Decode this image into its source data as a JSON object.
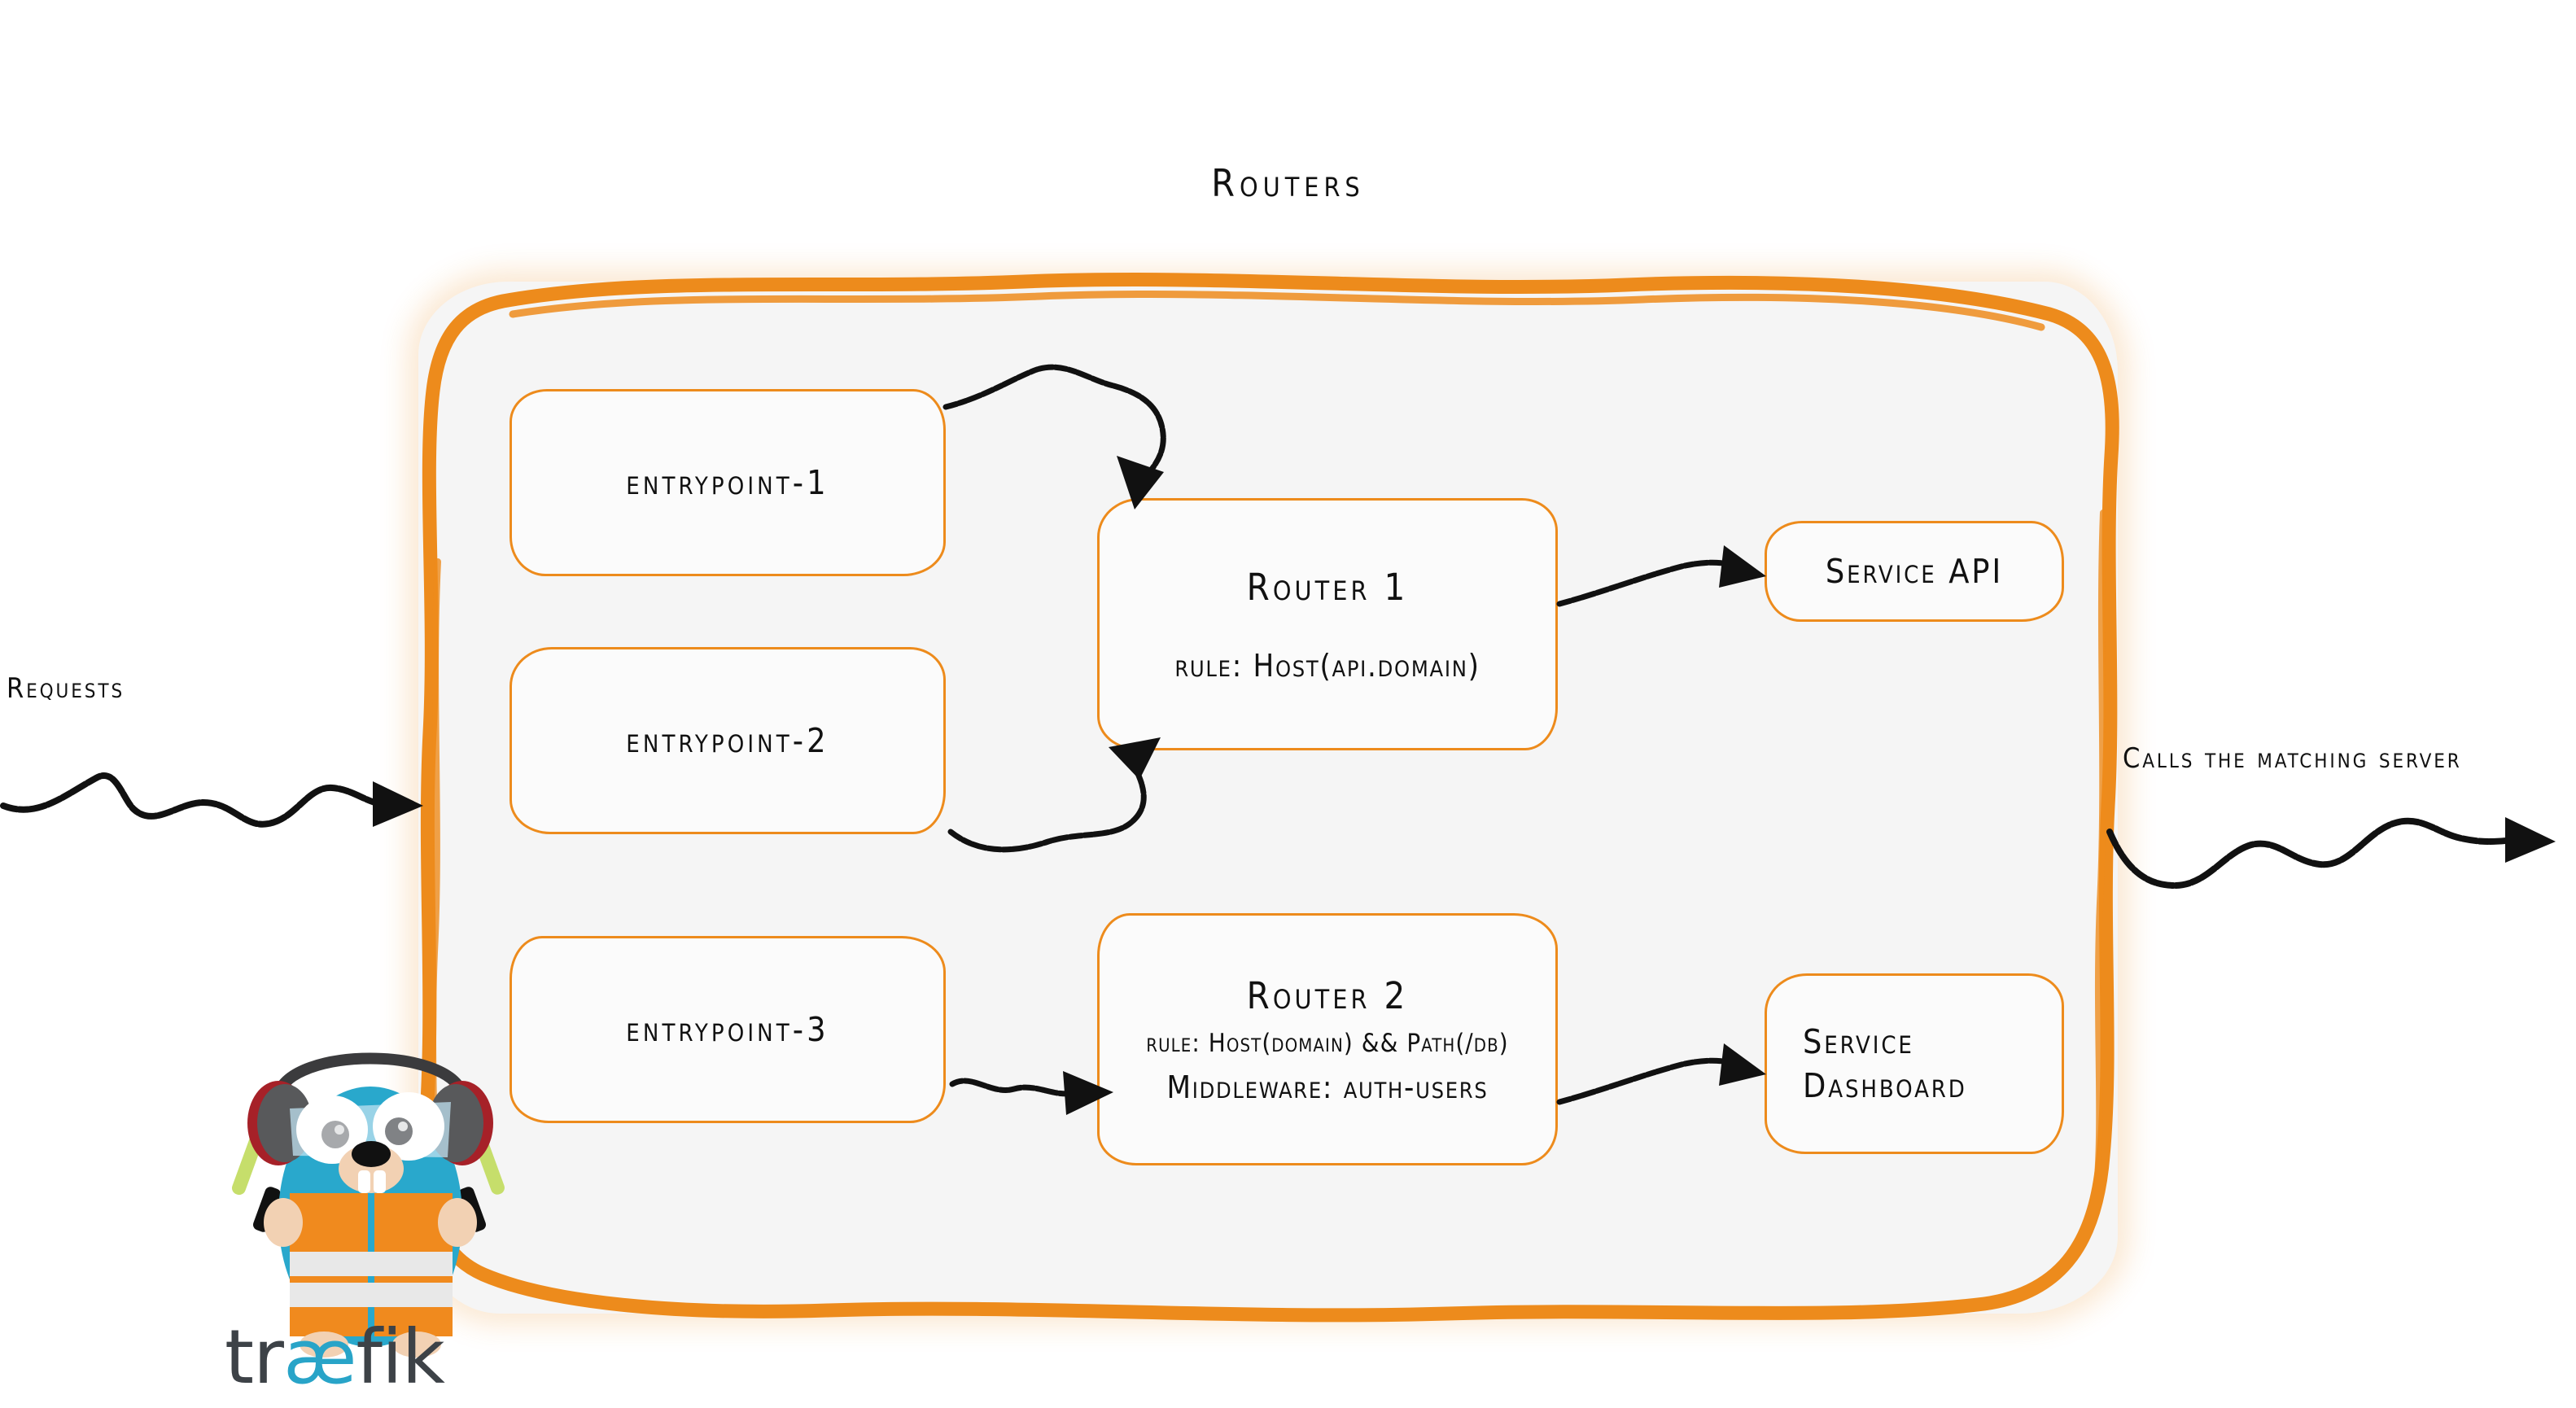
{
  "diagram": {
    "title": "Routers",
    "accent_color": "#ED8B1C",
    "surface_color": "#F5F5F5",
    "ink_color": "#111111"
  },
  "entrypoints": [
    {
      "label": "entrypoint-1"
    },
    {
      "label": "entrypoint-2"
    },
    {
      "label": "entrypoint-3"
    }
  ],
  "routers": [
    {
      "title": "Router 1",
      "rule": "rule: Host(api.domain)",
      "middleware": ""
    },
    {
      "title": "Router 2",
      "rule": "rule: Host(domain) && Path(/db)",
      "middleware": "Middleware: auth-users"
    }
  ],
  "services": [
    {
      "line1": "Service API",
      "line2": ""
    },
    {
      "line1": "Service",
      "line2": "Dashboard"
    }
  ],
  "annotations": {
    "incoming": "Requests",
    "outgoing": "Calls the matching server"
  },
  "brand": {
    "name_part1": "tr",
    "name_ligature": "æ",
    "name_part2": "fik",
    "text_color": "#3D4247",
    "ligature_color": "#28A4C8",
    "mascot_body_color": "#29A8CC",
    "mascot_vest_color": "#F08A1E",
    "mascot_stripe_color": "#E8E8E8",
    "mascot_headphone_color": "#58595B",
    "mascot_headphone_accent": "#A62128",
    "mascot_wand_color": "#C6DE6B"
  }
}
